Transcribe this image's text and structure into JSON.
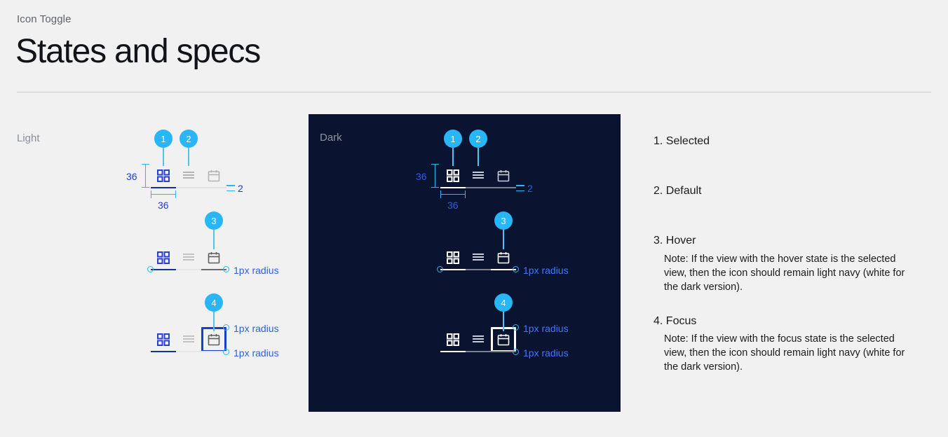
{
  "header": {
    "eyebrow": "Icon Toggle",
    "title": "States and specs"
  },
  "panes": {
    "light_label": "Light",
    "dark_label": "Dark"
  },
  "specimens": {
    "icons": {
      "grid": "grid-view-icon",
      "list": "list-view-icon",
      "calendar": "calendar-view-icon"
    },
    "rows": [
      {
        "id": "row-selected-default",
        "badges": [
          "1",
          "2"
        ],
        "dimensions": {
          "height": "36",
          "width": "36",
          "bar_thickness": "2"
        }
      },
      {
        "id": "row-hover",
        "badges": [
          "3"
        ],
        "annotations": [
          "1px radius"
        ]
      },
      {
        "id": "row-focus",
        "badges": [
          "4"
        ],
        "annotations": [
          "1px radius",
          "1px radius"
        ]
      }
    ]
  },
  "legend": {
    "items": [
      {
        "title": "1. Selected",
        "note": ""
      },
      {
        "title": "2. Default",
        "note": ""
      },
      {
        "title": "3. Hover",
        "note": "Note: If the view with the hover state is the selected view, then the icon should remain light navy (white for the dark version)."
      },
      {
        "title": "4. Focus",
        "note": "Note: If the view with the focus state is the selected view, then the icon should remain light navy (white for the dark version)."
      }
    ]
  },
  "colors": {
    "page_bg": "#f1f1f1",
    "dark_panel_bg": "#0a1330",
    "accent_cyan": "#29b6f6",
    "navy": "#1a3fd0",
    "selected_light": "#1a2f9e",
    "icon_inactive_light": "#b0b0b0",
    "icon_hover_light": "#6b6b6b",
    "selected_dark": "#ffffff",
    "icon_inactive_dark": "#c7ccd8"
  }
}
